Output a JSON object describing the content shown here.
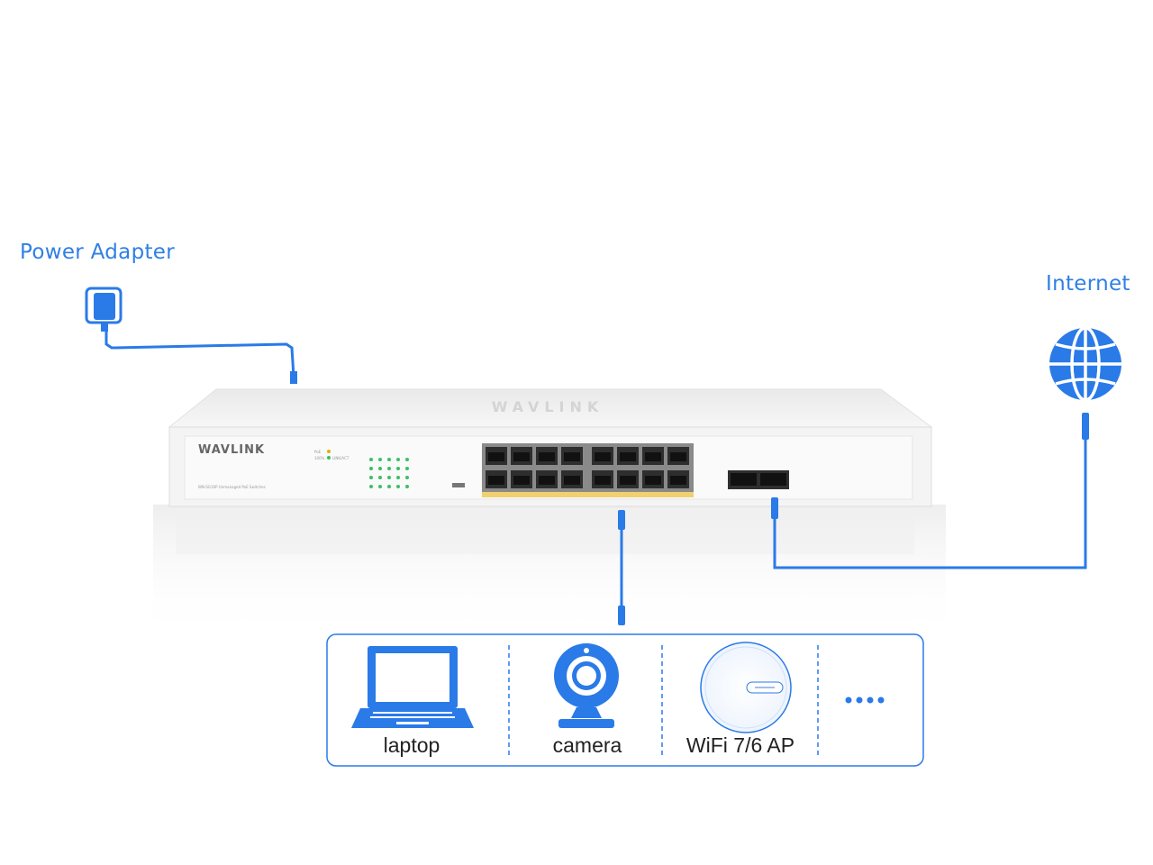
{
  "labels": {
    "power_adapter": "Power Adapter",
    "internet": "Internet"
  },
  "switch": {
    "brand": "WAVLINK",
    "model_text": "WN-SG16P Unmanaged PoE Switches",
    "led_labels": [
      "PoE",
      "100%",
      "LINK/ACT"
    ],
    "port_groups": 2,
    "ports_per_group": 8,
    "sfp_ports": 2
  },
  "devices": [
    {
      "label": "laptop",
      "icon": "laptop-icon"
    },
    {
      "label": "camera",
      "icon": "camera-icon"
    },
    {
      "label": "WiFi 7/6 AP",
      "icon": "access-point-icon"
    },
    {
      "label": "",
      "icon": "more-dots-icon"
    }
  ],
  "colors": {
    "accent": "#2f7fe6",
    "cable": "#2a7ae8",
    "switch_body": "#f2f2f2"
  }
}
